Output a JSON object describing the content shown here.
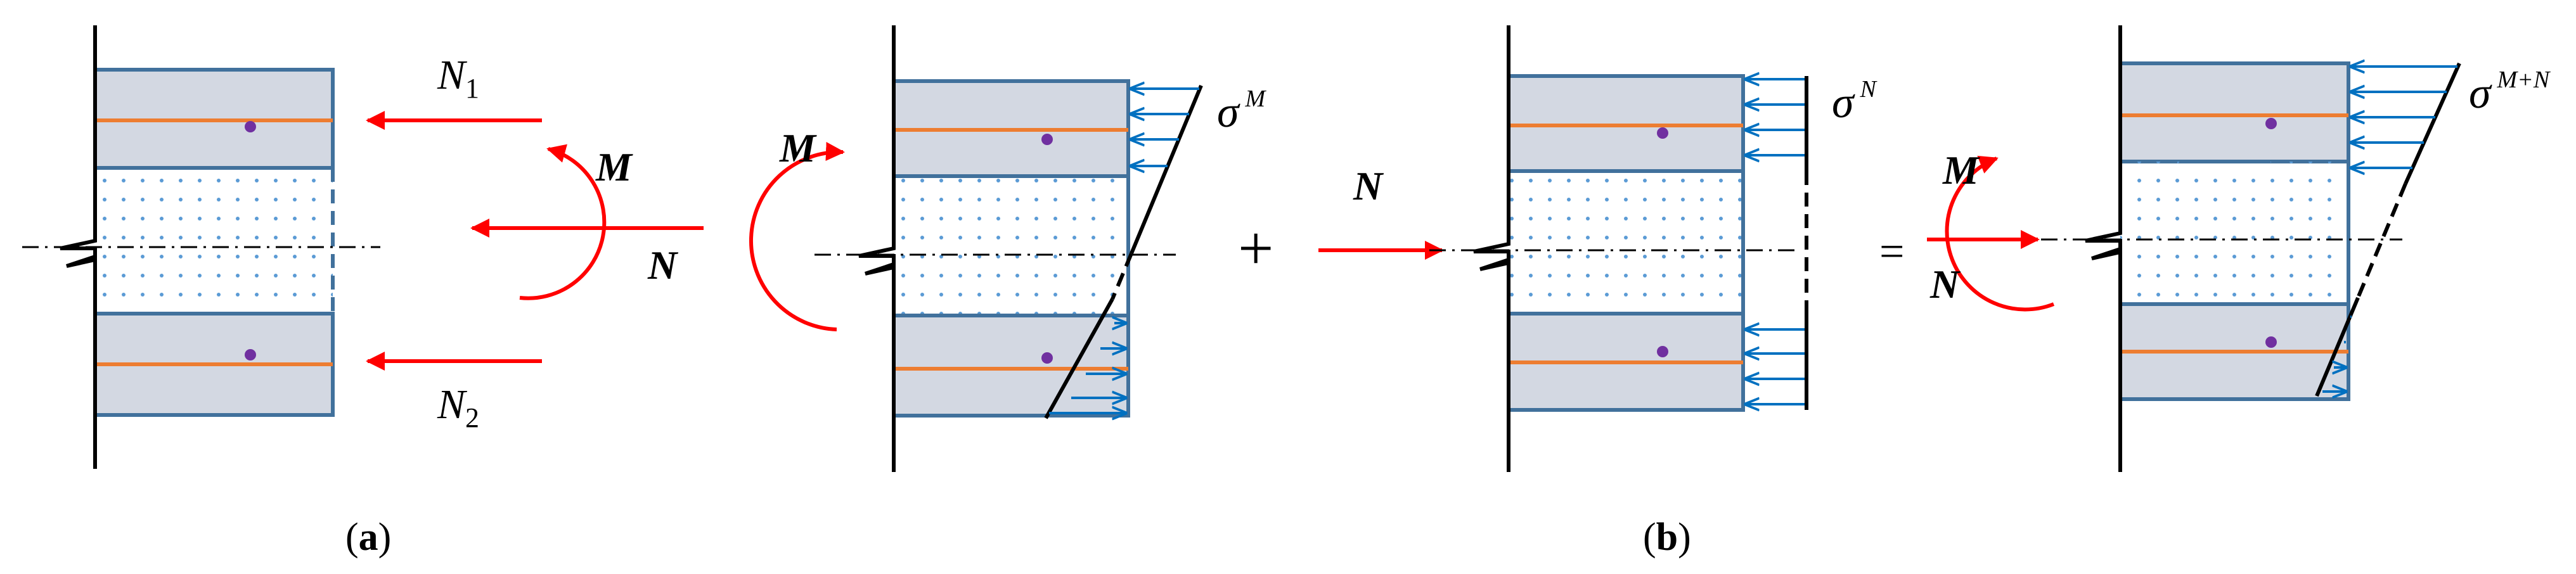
{
  "colors": {
    "flange_fill": "#d3d8e2",
    "flange_border": "#41719c",
    "rebar": "#ed7d31",
    "rebar_dot": "#7030a0",
    "web_dots": "#5b9bd5",
    "force_arrow": "#ff0000",
    "stress_arrow": "#0070c0",
    "line": "#000000"
  },
  "panel_a": {
    "caption_open": "(",
    "caption_letter": "a",
    "caption_close": ")",
    "force_n1": {
      "base": "N",
      "sub": "1"
    },
    "force_n2": {
      "base": "N",
      "sub": "2"
    },
    "moment": "M",
    "axial": "N"
  },
  "panel_b": {
    "caption_open": "(",
    "caption_letter": "b",
    "caption_close": ")",
    "moment_label": "M",
    "sigma_m": {
      "base": "σ",
      "sup": "M"
    },
    "plus": "+",
    "axial_label": "N",
    "sigma_n": {
      "base": "σ",
      "sup": "N"
    },
    "equals": "=",
    "combined_moment": "M",
    "combined_axial": "N",
    "sigma_mn": {
      "base": "σ",
      "sup": "M+N"
    }
  }
}
